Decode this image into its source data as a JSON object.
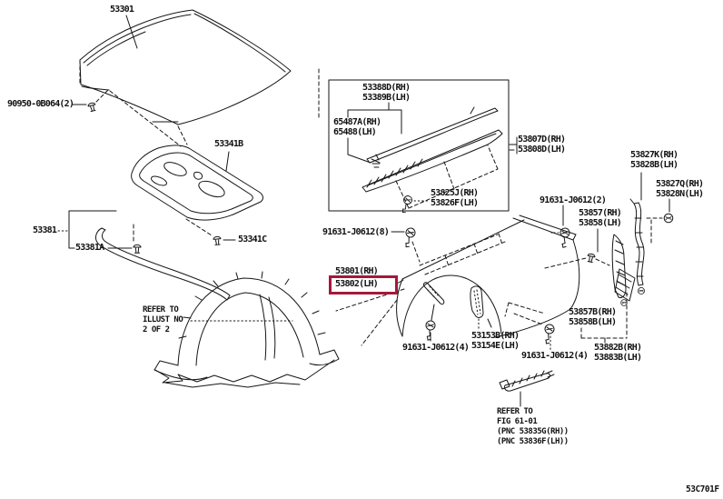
{
  "page": {
    "background": "#ffffff",
    "ink": "#161616",
    "highlight_color": "#A4183C",
    "footer_code": "53C701F"
  },
  "labels": {
    "hood_panel": "53301",
    "hood_clip": "90950-0B064(2)",
    "hood_insulator": "53341B",
    "hood_seal": "53381",
    "hood_seal_clip": "53381A",
    "insulator_clip": "53341C",
    "molding_rh": "53388D(RH)",
    "molding_lh": "53389B(LH)",
    "molding_clip_rh": "65487A(RH)",
    "molding_clip_lh": "65488(LH)",
    "molding_screw_rh": "53825J(RH)",
    "molding_screw_lh": "53826F(LH)",
    "protector_rh": "53807D(RH)",
    "protector_lh": "53808D(LH)",
    "fender_bolt": "91631-J0612(8)",
    "fender_rh": "53801(RH)",
    "fender_lh": "53802(LH)",
    "refer_illust_line1": "REFER TO",
    "refer_illust_line2": "ILLUST NO",
    "refer_illust_line3": "2 OF 2",
    "bracket_bolt_front": "91631-J0612(4)",
    "bracket_rh": "53153B(RH)",
    "bracket_lh": "53154E(LH)",
    "bracket_bolt_rear": "91631-J0612(4)",
    "apron_bolt": "91631-J0612(2)",
    "stiffener_rh": "53857(RH)",
    "stiffener_lh": "53858(LH)",
    "pad_rh": "53827K(RH)",
    "pad_lh": "53828B(LH)",
    "pad_clip_rh": "53827Q(RH)",
    "pad_clip_lh": "53828N(LH)",
    "stiffener_b_rh": "53857B(RH)",
    "stiffener_b_lh": "53858B(LH)",
    "brace_rh": "53882B(RH)",
    "brace_lh": "53883B(LH)",
    "refer_fig_line1": "REFER TO",
    "refer_fig_line2": "FIG 61-01",
    "refer_fig_line3": "(PNC 53835G(RH))",
    "refer_fig_line4": "(PNC 53836F(LH))"
  }
}
